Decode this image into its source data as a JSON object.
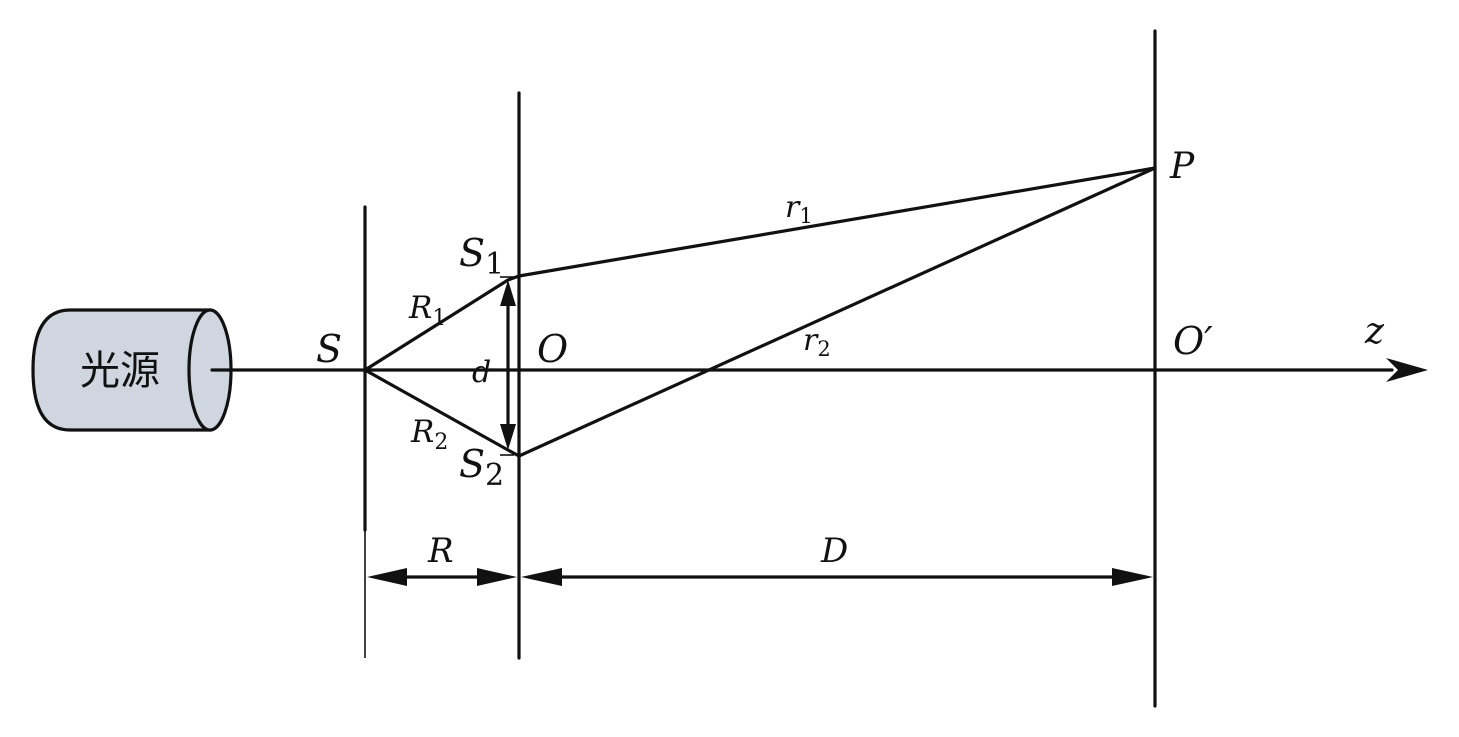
{
  "colors": {
    "line": "#111111",
    "light_source_fill": "#cfd6df",
    "background": "#ffffff"
  },
  "light_source": {
    "label": "光源"
  },
  "points": {
    "S": "S",
    "S1": {
      "base": "S",
      "sub": "1"
    },
    "S2": {
      "base": "S",
      "sub": "2"
    },
    "O": "O",
    "O_prime": "O′",
    "P": "P",
    "z": "z"
  },
  "paths": {
    "R1": {
      "base": "R",
      "sub": "1"
    },
    "R2": {
      "base": "R",
      "sub": "2"
    },
    "r1": {
      "base": "r",
      "sub": "1"
    },
    "r2": {
      "base": "r",
      "sub": "2"
    },
    "d": "d"
  },
  "dimensions": {
    "R": "R",
    "D": "D"
  }
}
